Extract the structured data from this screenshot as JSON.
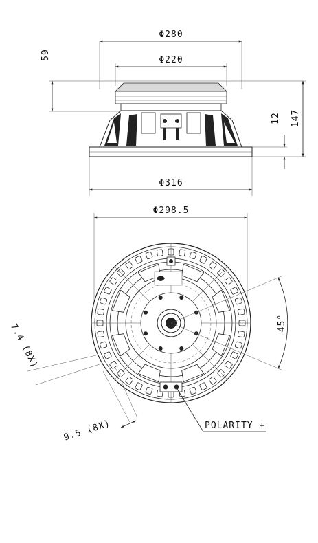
{
  "side_view": {
    "dim_outer_diameter": "Φ280",
    "dim_magnet_diameter": "Φ220",
    "dim_depth_top": "59",
    "dim_flange_height": "12",
    "dim_total_height": "147",
    "dim_frame_diameter": "Φ316"
  },
  "front_view": {
    "dim_bolt_circle": "Φ298.5",
    "dim_angle": "45°",
    "dim_slot_width": "7.4 (8X)",
    "dim_slot_length": "9.5 (8X)",
    "polarity_label": "POLARITY +"
  }
}
